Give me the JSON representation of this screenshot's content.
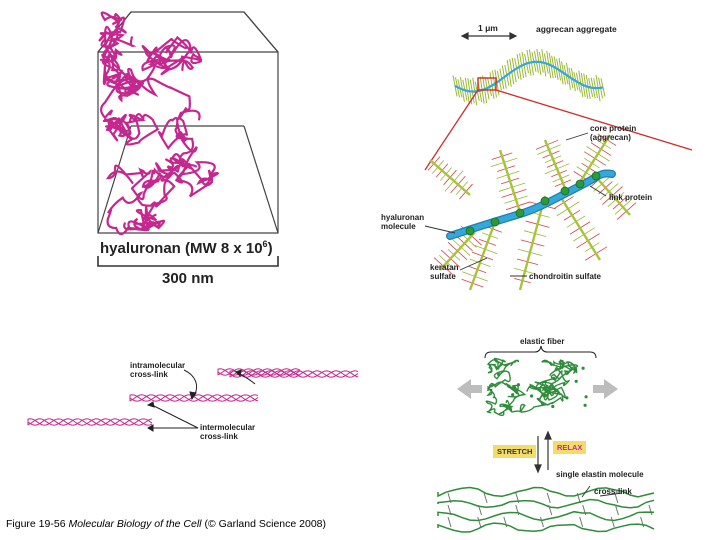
{
  "colors": {
    "hyaluronan": "#c4288f",
    "gag": "#9ab832",
    "core": "#34a8d8",
    "link": "#2a9a3c",
    "elastin": "#2f8c3a",
    "arrow": "#bdbdbd",
    "tag_bg": "#f4dc6a",
    "scale_red": "#d12b2b"
  },
  "hyaluronan_panel": {
    "title_main": "hyaluronan (MW 8 x 10",
    "title_exp": "6",
    "title_end": ")",
    "scale_label": "300 nm"
  },
  "aggrecan_panel": {
    "scale_label": "1 μm",
    "aggregate_label": "aggrecan aggregate",
    "core_protein_label_1": "core protein",
    "core_protein_label_2": "(aggrecan)",
    "link_protein_label": "link protein",
    "hyaluronan_molecule_label_1": "hyaluronan",
    "hyaluronan_molecule_label_2": "molecule",
    "keratan_label_1": "keratan",
    "keratan_label_2": "sulfate",
    "chondroitin_label": "chondroitin sulfate"
  },
  "collagen_panel": {
    "intra_label_1": "intramolecular",
    "intra_label_2": "cross-link",
    "inter_label_1": "intermolecular",
    "inter_label_2": "cross-link"
  },
  "elastin_panel": {
    "elastic_fiber_label": "elastic fiber",
    "stretch_label": "STRETCH",
    "relax_label": "RELAX",
    "single_molecule_label": "single elastin molecule",
    "cross_link_label": "cross-link"
  },
  "caption": {
    "prefix": "Figure 19-56  ",
    "book_title": "Molecular Biology of the Cell",
    "suffix": " (© Garland Science 2008)"
  }
}
